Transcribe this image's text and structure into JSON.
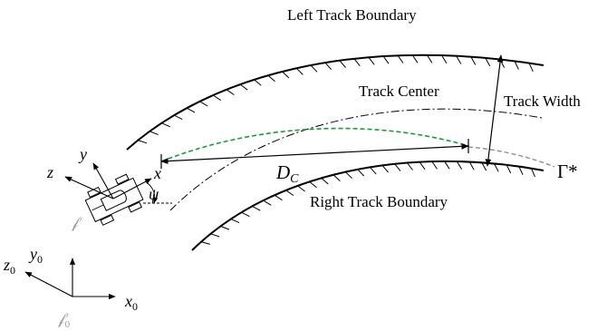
{
  "labels": {
    "left_boundary": "Left Track Boundary",
    "right_boundary": "Right Track Boundary",
    "track_center": "Track Center",
    "track_width": "Track Width",
    "gamma_star": "Γ*",
    "dc": "D",
    "dc_sub": "C",
    "psi": "ψ",
    "x": "x",
    "y": "y",
    "z": "z",
    "frame": "𝒻",
    "x0": "x",
    "x0_sub": "0",
    "y0": "y",
    "y0_sub": "0",
    "z0": "z",
    "z0_sub": "0",
    "frame0": "𝒻",
    "frame0_sub": "0"
  },
  "colors": {
    "ink": "#000000",
    "trajectory": "#1a9a3a",
    "reference": "#888888",
    "frame_label": "#9a9a9a"
  }
}
